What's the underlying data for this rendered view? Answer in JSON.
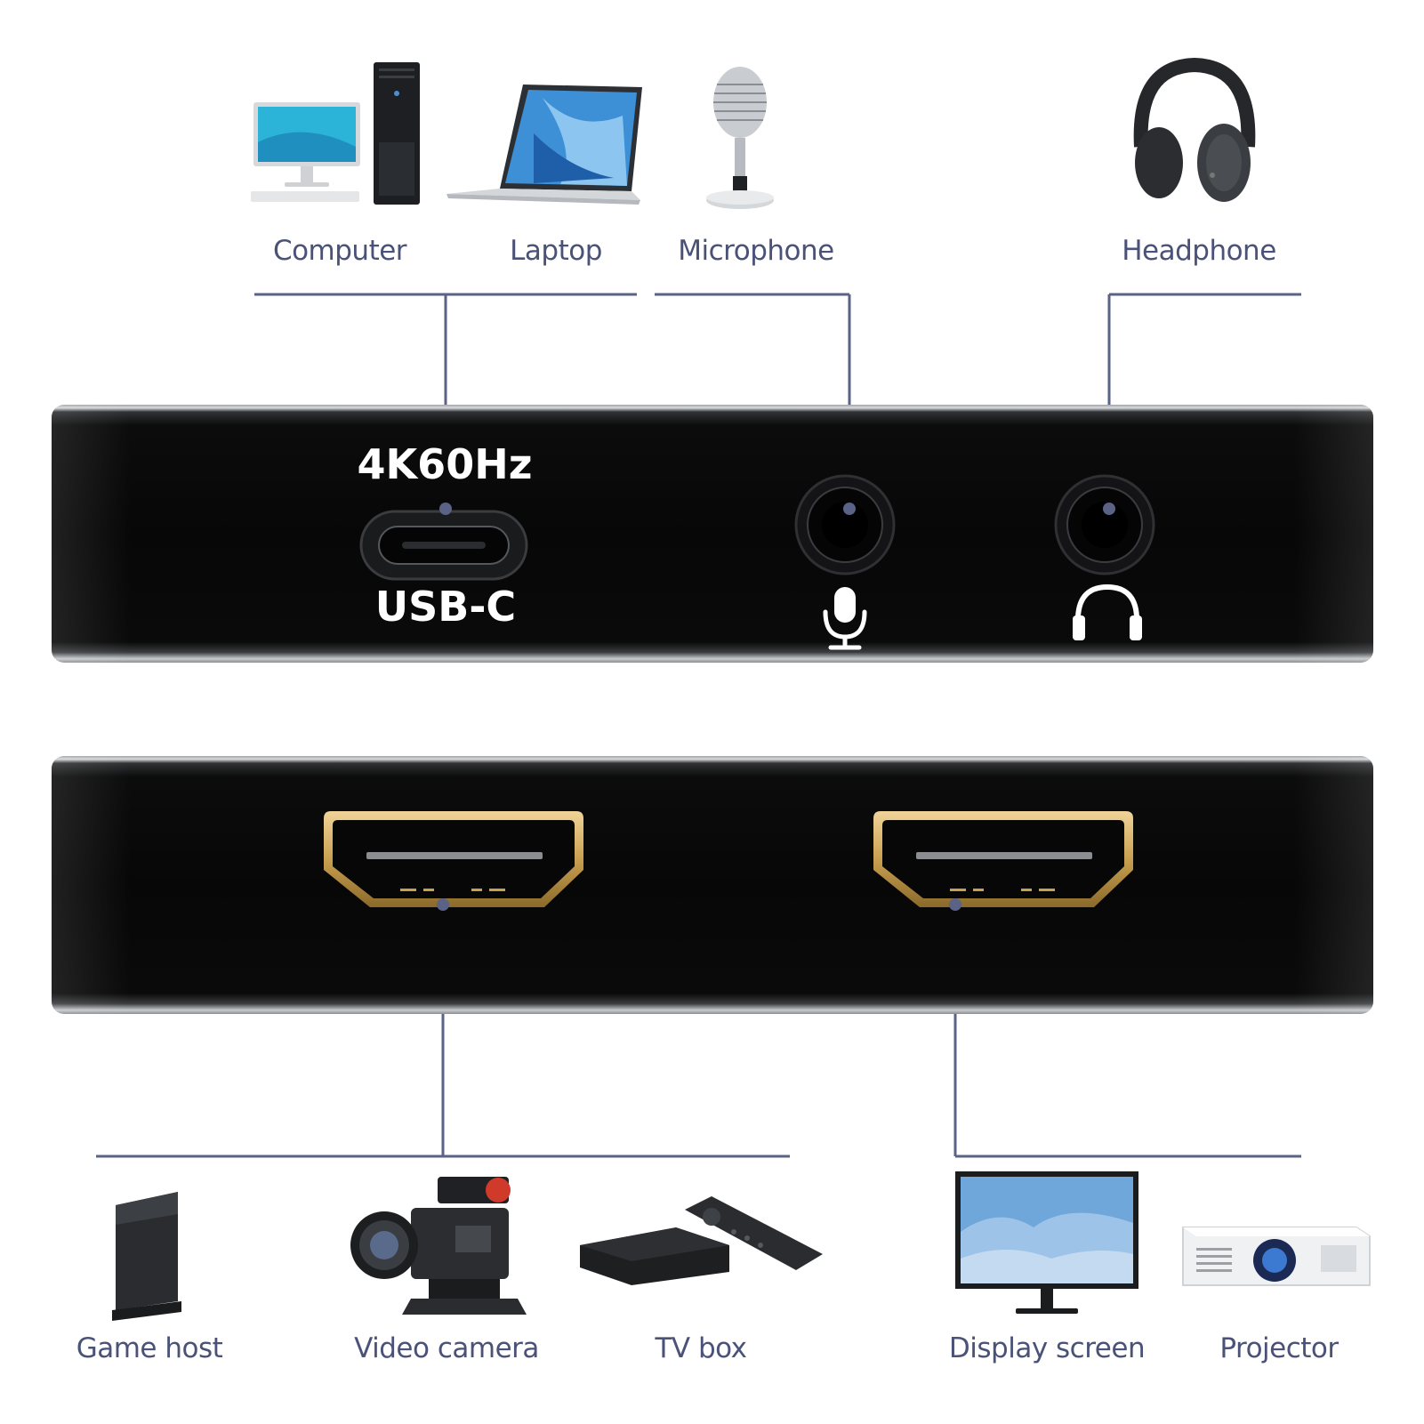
{
  "top_devices": [
    {
      "label": "Computer",
      "icon": "desktop-computer-icon"
    },
    {
      "label": "Laptop",
      "icon": "laptop-icon"
    },
    {
      "label": "Microphone",
      "icon": "microphone-icon"
    },
    {
      "label": "Headphone",
      "icon": "headphone-icon"
    }
  ],
  "bottom_devices": [
    {
      "label": "Game host",
      "icon": "game-console-icon"
    },
    {
      "label": "Video camera",
      "icon": "video-camera-icon"
    },
    {
      "label": "TV box",
      "icon": "tv-box-icon"
    },
    {
      "label": "Display screen",
      "icon": "monitor-icon"
    },
    {
      "label": "Projector",
      "icon": "projector-icon"
    }
  ],
  "top_panel": {
    "spec": "4K60Hz",
    "usb_label": "USB-C",
    "mic_symbol": "microphone-symbol-icon",
    "headphone_symbol": "headphone-symbol-icon"
  },
  "bottom_panel": {
    "ports": [
      "hdmi-port-icon",
      "hdmi-port-icon"
    ]
  },
  "colors": {
    "connector_line": "#5a6286",
    "label_text": "#4a5278",
    "panel_body": "#0a0a0a",
    "hdmi_gold": "#c9a050"
  }
}
